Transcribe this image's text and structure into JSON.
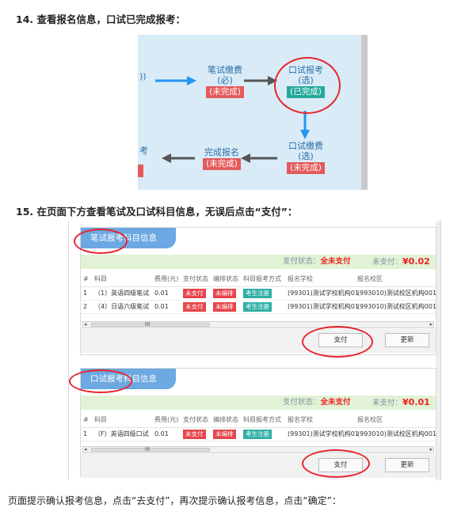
{
  "step14": {
    "title": "14. 查看报名信息，口试已完成报考："
  },
  "flow": {
    "left_edge_glyph": "))",
    "written_fee": {
      "line1": "笔试缴费",
      "line2": "(必)",
      "status": "(未完成)"
    },
    "oral_register": {
      "line1": "口试报考",
      "line2": "(选)",
      "status": "(已完成)"
    },
    "left_edge_char": "考",
    "finish": {
      "line1": "完成报名",
      "status": "(未完成)"
    },
    "oral_fee": {
      "line1": "口试缴费",
      "line2": "(选)",
      "status": "(未完成)"
    },
    "colors": {
      "arrow_blue": "#2196f3",
      "arrow_gray": "#555555",
      "badge_red": "#e45a5a",
      "badge_teal": "#23a99b",
      "circle": "#e6252b"
    }
  },
  "step15": {
    "title": "15. 在页面下方查看笔试及口试科目信息，无误后点击“支付”："
  },
  "written": {
    "tab": "笔试报考科目信息",
    "pay_status_label": "支付状态：",
    "pay_status_value": "全未支付",
    "unpaid_label": "未支付：",
    "unpaid_value": "¥0.02",
    "headers": [
      "#",
      "科目",
      "费用(元)",
      "支付状态",
      "编排状态",
      "科目报考方式",
      "报名学校",
      "报名校区"
    ],
    "rows": [
      [
        "1",
        "（1）英语四级笔试",
        "0.01",
        "未支付",
        "未编排",
        "考生注册",
        "(99301)测试学校机构01",
        "(993010)测试校区机构001"
      ],
      [
        "2",
        "（4）日语六级笔试",
        "0.01",
        "未支付",
        "未编排",
        "考生注册",
        "(99301)测试学校机构01",
        "(993010)测试校区机构001"
      ]
    ],
    "scroll_mid": "III",
    "pay_button": "支付",
    "refresh_button": "更新"
  },
  "oral": {
    "tab": "口试报考科目信息",
    "pay_status_label": "支付状态：",
    "pay_status_value": "全未支付",
    "unpaid_label": "未支付：",
    "unpaid_value": "¥0.01",
    "headers": [
      "#",
      "科目",
      "费用(元)",
      "支付状态",
      "编排状态",
      "科目报考方式",
      "报名学校",
      "报名校区"
    ],
    "rows": [
      [
        "1",
        "（F）英语四级口试",
        "0.01",
        "未支付",
        "未编排",
        "考生注册",
        "(99301)测试学校机构01",
        "(993010)测试校区机构001"
      ]
    ],
    "scroll_mid": "III",
    "pay_button": "支付",
    "refresh_button": "更新"
  },
  "footer": {
    "text": "页面提示确认报考信息，点击“去支付”，再次提示确认报考信息，点击“确定”："
  },
  "colors": {
    "tab_blue": "#6ca8e1",
    "status_green": "#e1f2d6",
    "tag_red": "#e6454a",
    "tag_teal": "#2fb0a5",
    "amount_red": "#ee2222"
  }
}
